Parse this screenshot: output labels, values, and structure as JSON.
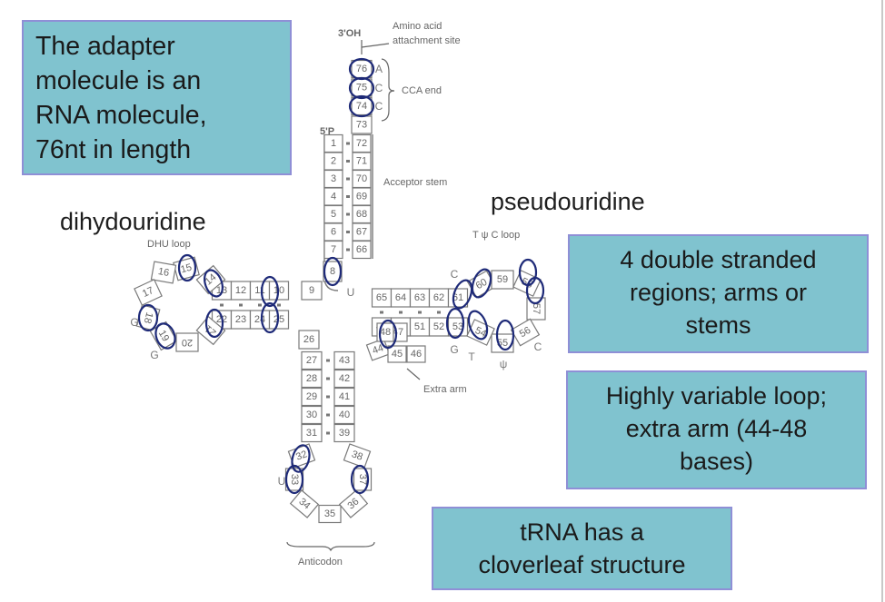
{
  "callouts": {
    "adapter": [
      "The adapter",
      "molecule is an",
      "RNA molecule,",
      "76nt in length"
    ],
    "double_stranded": [
      "4 double stranded",
      "regions; arms or",
      "stems"
    ],
    "variable_loop": [
      "Highly variable loop;",
      "extra arm (44-48",
      "bases)"
    ],
    "cloverleaf": [
      "tRNA has a",
      "cloverleaf structure"
    ]
  },
  "labels": {
    "dihydrouridine": "dihydouridine",
    "pseudouridine": "pseudouridine"
  },
  "diagram": {
    "three_prime": "3'OH",
    "five_prime": "5'P",
    "amino_acid_site": [
      "Amino acid",
      "attachment site"
    ],
    "cca_end": "CCA end",
    "acceptor_stem": "Acceptor stem",
    "dhu_loop": "DHU loop",
    "tpsic_loop": "T ψ C loop",
    "extra_arm": "Extra arm",
    "anticodon": "Anticodon",
    "colors": {
      "callout_fill": "#80c3cf",
      "callout_border": "#8f8fd6",
      "modified_ring": "#1e2a78"
    },
    "cca_letters": [
      "A",
      "C",
      "C"
    ],
    "base_letters": {
      "U8": "U",
      "G18": "G",
      "G19": "G",
      "C56_left": "C",
      "G53": "G",
      "T54": "T",
      "psi55": "ψ",
      "C56": "C",
      "U33": "U"
    },
    "acceptor_5": [
      "1",
      "2",
      "3",
      "4",
      "5",
      "6",
      "7"
    ],
    "acceptor_3": [
      "72",
      "71",
      "70",
      "69",
      "68",
      "67",
      "66"
    ],
    "cca": [
      "76",
      "75",
      "74",
      "73"
    ],
    "nt8_9": [
      "8",
      "9"
    ],
    "d_stem_top": [
      "13",
      "12",
      "11",
      "10"
    ],
    "d_stem_bottom": [
      "22",
      "23",
      "24",
      "25"
    ],
    "d_loop": [
      "14",
      "15",
      "16",
      "17",
      "18",
      "19",
      "20",
      "21"
    ],
    "t_stem_top": [
      "65",
      "64",
      "63",
      "62",
      "61"
    ],
    "t_stem_bottom": [
      "49",
      "50",
      "51",
      "52",
      "53"
    ],
    "t_loop": [
      "60",
      "59",
      "58",
      "57",
      "56",
      "55",
      "54"
    ],
    "variable": [
      "26",
      "44",
      "45",
      "46",
      "47",
      "48"
    ],
    "ac_stem_left": [
      "27",
      "28",
      "29",
      "30",
      "31"
    ],
    "ac_stem_right": [
      "43",
      "42",
      "41",
      "40",
      "39"
    ],
    "ac_loop": [
      "32",
      "33",
      "34",
      "35",
      "36",
      "37",
      "38"
    ]
  }
}
